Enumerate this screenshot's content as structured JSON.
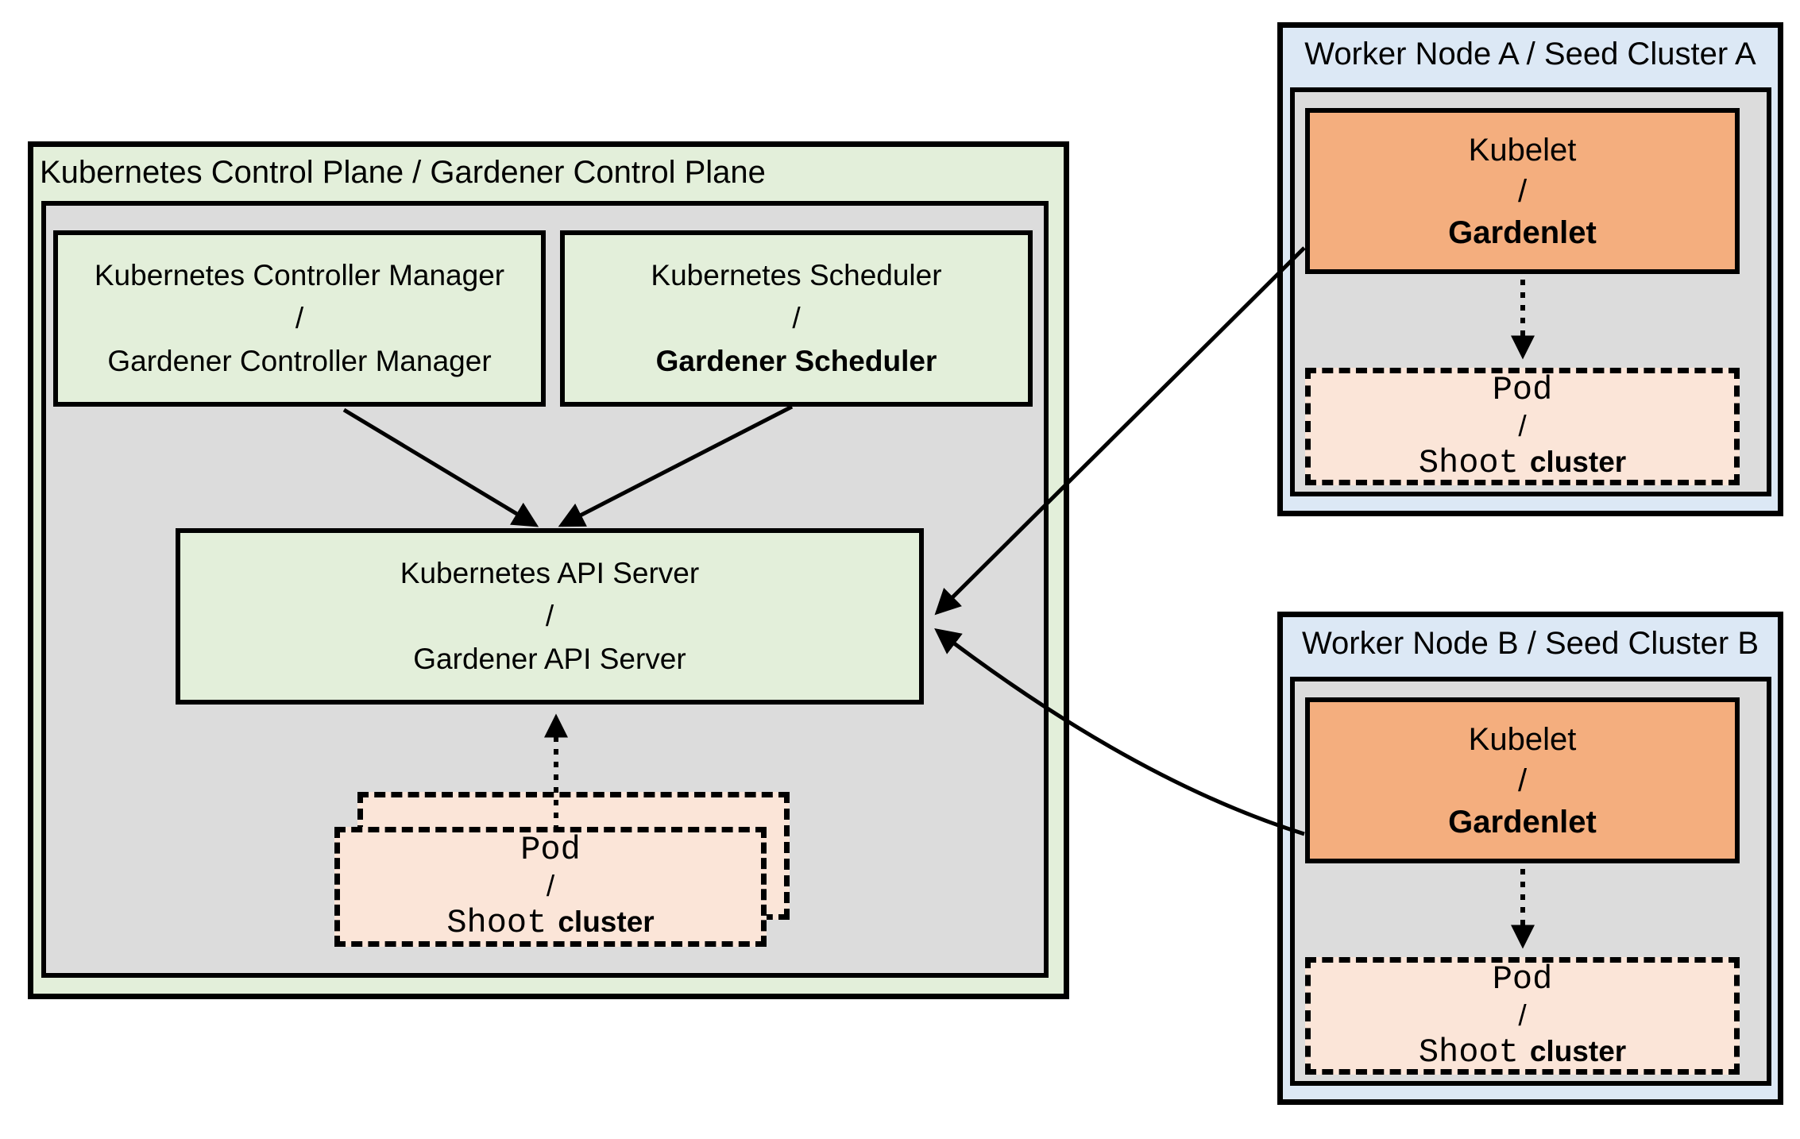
{
  "colors": {
    "box_green": "#E3EFDA",
    "box_gray": "#DCDCDC",
    "box_blue": "#DCE8F5",
    "box_orange": "#F4AE7E",
    "box_peach": "#FBE5D8",
    "line_black": "#000000"
  },
  "control_plane": {
    "title": "Kubernetes Control Plane / Gardener Control Plane",
    "controller_manager": {
      "line1": "Kubernetes Controller Manager",
      "line2": "/",
      "line3": "Gardener Controller Manager"
    },
    "scheduler": {
      "line1": "Kubernetes Scheduler",
      "line2": "/",
      "line3": "Gardener Scheduler"
    },
    "api_server": {
      "line1": "Kubernetes API Server",
      "line2": "/",
      "line3": "Gardener API Server"
    },
    "pod": {
      "line1": "Pod",
      "line2": "/",
      "shoot": "Shoot",
      "cluster": "cluster"
    }
  },
  "worker_a": {
    "title": "Worker Node A / Seed Cluster A",
    "kubelet": {
      "line1": "Kubelet",
      "line2": "/",
      "line3": "Gardenlet"
    },
    "pod": {
      "line1": "Pod",
      "line2": "/",
      "shoot": "Shoot",
      "cluster": "cluster"
    }
  },
  "worker_b": {
    "title": "Worker Node B / Seed Cluster B",
    "kubelet": {
      "line1": "Kubelet",
      "line2": "/",
      "line3": "Gardenlet"
    },
    "pod": {
      "line1": "Pod",
      "line2": "/",
      "shoot": "Shoot",
      "cluster": "cluster"
    }
  }
}
